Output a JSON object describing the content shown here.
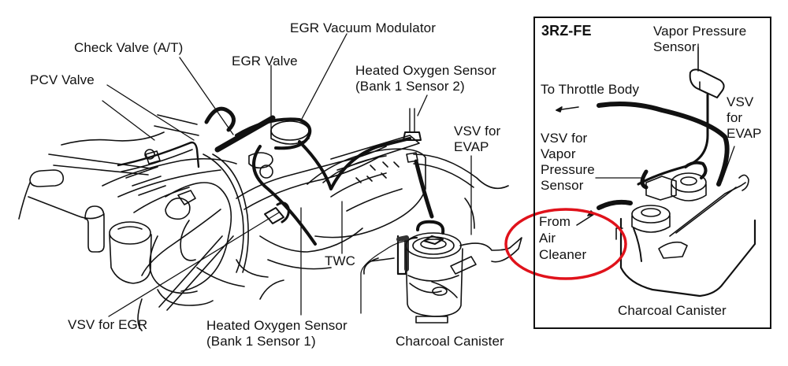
{
  "diagram": {
    "title": "EVAP / EGR component locations",
    "main_labels": {
      "check_valve": "Check Valve (A/T)",
      "egr_vacuum_modulator": "EGR Vacuum Modulator",
      "egr_valve": "EGR Valve",
      "pcv_valve": "PCV Valve",
      "ho2s_b1s2_line1": "Heated Oxygen Sensor",
      "ho2s_b1s2_line2": "(Bank 1 Sensor 2)",
      "vsv_evap_line1": "VSV for",
      "vsv_evap_line2": "EVAP",
      "twc": "TWC",
      "vsv_egr": "VSV for EGR",
      "ho2s_b1s1_line1": "Heated Oxygen Sensor",
      "ho2s_b1s1_line2": "(Bank 1 Sensor 1)",
      "charcoal_canister": "Charcoal Canister"
    },
    "inset": {
      "engine_code": "3RZ-FE",
      "vapor_pressure_sensor_line1": "Vapor Pressure",
      "vapor_pressure_sensor_line2": "Sensor",
      "to_throttle_body": "To Throttle Body",
      "vsv_evap_line1": "VSV",
      "vsv_evap_line2": "for",
      "vsv_evap_line3": "EVAP",
      "vsv_vps_line1": "VSV for",
      "vsv_vps_line2": "Vapor",
      "vsv_vps_line3": "Pressure",
      "vsv_vps_line4": "Sensor",
      "from_air_cleaner_line1": "From",
      "from_air_cleaner_line2": "Air",
      "from_air_cleaner_line3": "Cleaner",
      "charcoal_canister": "Charcoal Canister"
    },
    "highlight": {
      "target": "From Air Cleaner",
      "color": "#e0121b"
    }
  }
}
